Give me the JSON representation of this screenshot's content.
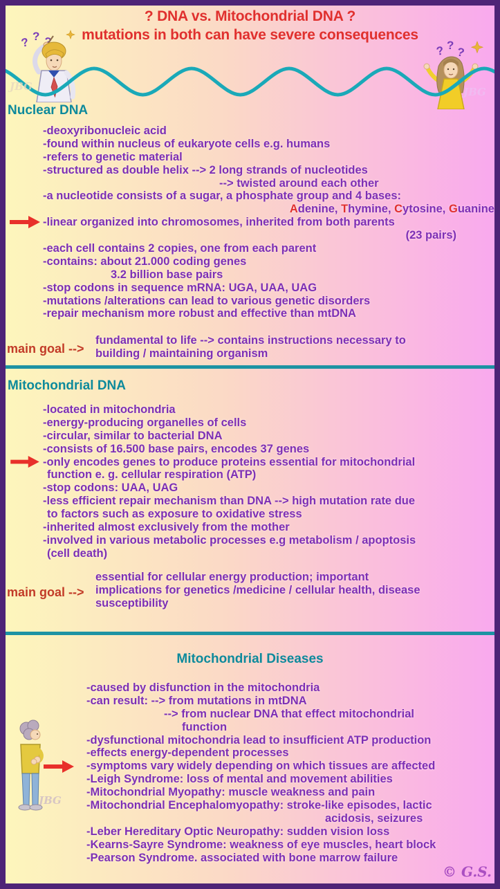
{
  "title": {
    "line1": "? DNA vs. Mitochondrial DNA ?",
    "line2": "mutations in both can have severe consequences"
  },
  "watermark": "JBG",
  "signature": "© G.S.",
  "doodles": {
    "question_mark": "?"
  },
  "colors": {
    "title_red": "#e0302e",
    "goal_red": "#c23b28",
    "arrow_red": "#e8302a",
    "body_purple": "#7d2fb5",
    "header_teal": "#0e8a9c",
    "wave_teal": "#1aa9b8",
    "divider_teal": "#1d93a3",
    "border_purple": "#4e2477",
    "signature_purple": "#aa4fc2"
  },
  "nuclear": {
    "heading": "Nuclear DNA",
    "lines": [
      "-deoxyribonucleic acid",
      "-found within nucleus of eukaryote cells e.g. humans",
      "-refers to genetic material",
      "-structured as double helix --> 2 long strands of nucleotides",
      "--> twisted around each other",
      "-a nucleotide consists of a sugar, a phosphate group and 4 bases:",
      "-linear organized into chromosomes, inherited from both parents",
      "(23 pairs)",
      "-each cell contains 2 copies, one from each parent",
      "-contains: about 21.000 coding genes",
      "3.2 billion base pairs",
      "-stop codons in sequence mRNA: UGA, UAA, UAG",
      "-mutations /alterations can lead to various genetic disorders",
      "-repair mechanism more robust and effective than mtDNA"
    ],
    "bases": [
      {
        "initial": "A",
        "rest": "denine, "
      },
      {
        "initial": "T",
        "rest": "hymine, "
      },
      {
        "initial": "C",
        "rest": "ytosine, "
      },
      {
        "initial": "G",
        "rest": "uanine"
      }
    ],
    "goal_label": "main goal -->",
    "goal_lines": [
      "fundamental to life --> contains instructions necessary to",
      "building / maintaining organism"
    ]
  },
  "mitochondrial": {
    "heading": "Mitochondrial DNA",
    "lines": [
      "-located in mitochondria",
      "-energy-producing organelles of cells",
      "-circular, similar to bacterial DNA",
      "-consists of 16.500 base pairs, encodes 37 genes",
      "-only encodes genes to produce proteins essential for mitochondrial",
      "function e. g. cellular respiration (ATP)",
      "-stop codons: UAA, UAG",
      "-less efficient repair mechanism than DNA --> high mutation rate due",
      "to factors such as exposure to oxidative stress",
      "-inherited almost exclusively from the mother",
      "-involved in various metabolic processes e.g metabolism / apoptosis",
      "(cell death)"
    ],
    "goal_label": "main goal -->",
    "goal_lines": [
      "essential for cellular energy production; important",
      "implications for genetics /medicine / cellular health, disease",
      "susceptibility"
    ]
  },
  "diseases": {
    "heading": "Mitochondrial Diseases",
    "lines": [
      "-caused by disfunction in the mitochondria",
      "-can result: --> from mutations in mtDNA",
      "--> from nuclear DNA that effect mitochondrial",
      "function",
      "-dysfunctional mitochondria lead to insufficient ATP production",
      "-effects energy-dependent processes",
      "-symptoms vary widely depending on which tissues are affected",
      "-Leigh Syndrome: loss of mental and movement abilities",
      "-Mitochondrial Myopathy: muscle weakness and pain",
      "-Mitochondrial Encephalomyopathy: stroke-like episodes, lactic",
      "acidosis, seizures",
      "-Leber Hereditary Optic Neuropathy: sudden vision loss",
      "-Kearns-Sayre Syndrome: weakness of eye muscles, heart block",
      "-Pearson Syndrome. associated with bone marrow failure"
    ]
  }
}
